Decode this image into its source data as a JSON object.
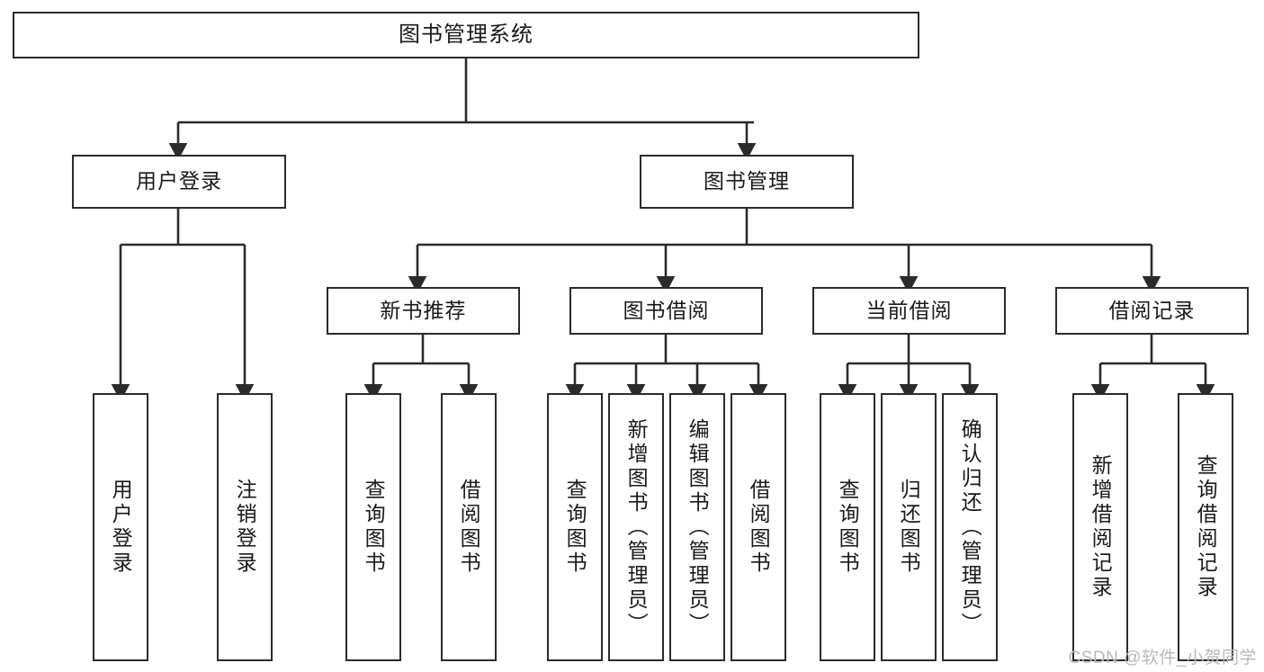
{
  "diagram": {
    "title": "图书管理系统",
    "type": "tree-hierarchy",
    "root": {
      "label": "图书管理系统"
    },
    "level1": [
      {
        "id": "user-login",
        "label": "用户登录"
      },
      {
        "id": "book-management",
        "label": "图书管理"
      }
    ],
    "level2": [
      {
        "id": "new-book-recommend",
        "label": "新书推荐",
        "parent": "book-management"
      },
      {
        "id": "book-borrow",
        "label": "图书借阅",
        "parent": "book-management"
      },
      {
        "id": "current-borrow",
        "label": "当前借阅",
        "parent": "book-management"
      },
      {
        "id": "borrow-record",
        "label": "借阅记录",
        "parent": "book-management"
      }
    ],
    "leaves": [
      {
        "id": "leaf-user-login",
        "label": "用户登录",
        "parent": "user-login"
      },
      {
        "id": "leaf-user-logout",
        "label": "注销登录",
        "parent": "user-login"
      },
      {
        "id": "leaf-query-book-1",
        "label": "查询图书",
        "parent": "new-book-recommend"
      },
      {
        "id": "leaf-borrow-book-1",
        "label": "借阅图书",
        "parent": "new-book-recommend"
      },
      {
        "id": "leaf-query-book-2",
        "label": "查询图书",
        "parent": "book-borrow"
      },
      {
        "id": "leaf-add-book",
        "label": "新增图书（管理员）",
        "parent": "book-borrow"
      },
      {
        "id": "leaf-edit-book",
        "label": "编辑图书（管理员）",
        "parent": "book-borrow"
      },
      {
        "id": "leaf-borrow-book-2",
        "label": "借阅图书",
        "parent": "book-borrow"
      },
      {
        "id": "leaf-query-book-3",
        "label": "查询图书",
        "parent": "current-borrow"
      },
      {
        "id": "leaf-return-book",
        "label": "归还图书",
        "parent": "current-borrow"
      },
      {
        "id": "leaf-confirm-return",
        "label": "确认归还（管理员）",
        "parent": "current-borrow"
      },
      {
        "id": "leaf-add-record",
        "label": "新增借阅记录",
        "parent": "borrow-record"
      },
      {
        "id": "leaf-query-record",
        "label": "查询借阅记录",
        "parent": "borrow-record"
      }
    ]
  },
  "watermark": {
    "text": "CSDN @软件_小贺同学"
  },
  "colors": {
    "stroke": "#2b2b2b",
    "background": "#ffffff",
    "text": "#1a1a1a",
    "watermark": "#b9b9b9"
  }
}
